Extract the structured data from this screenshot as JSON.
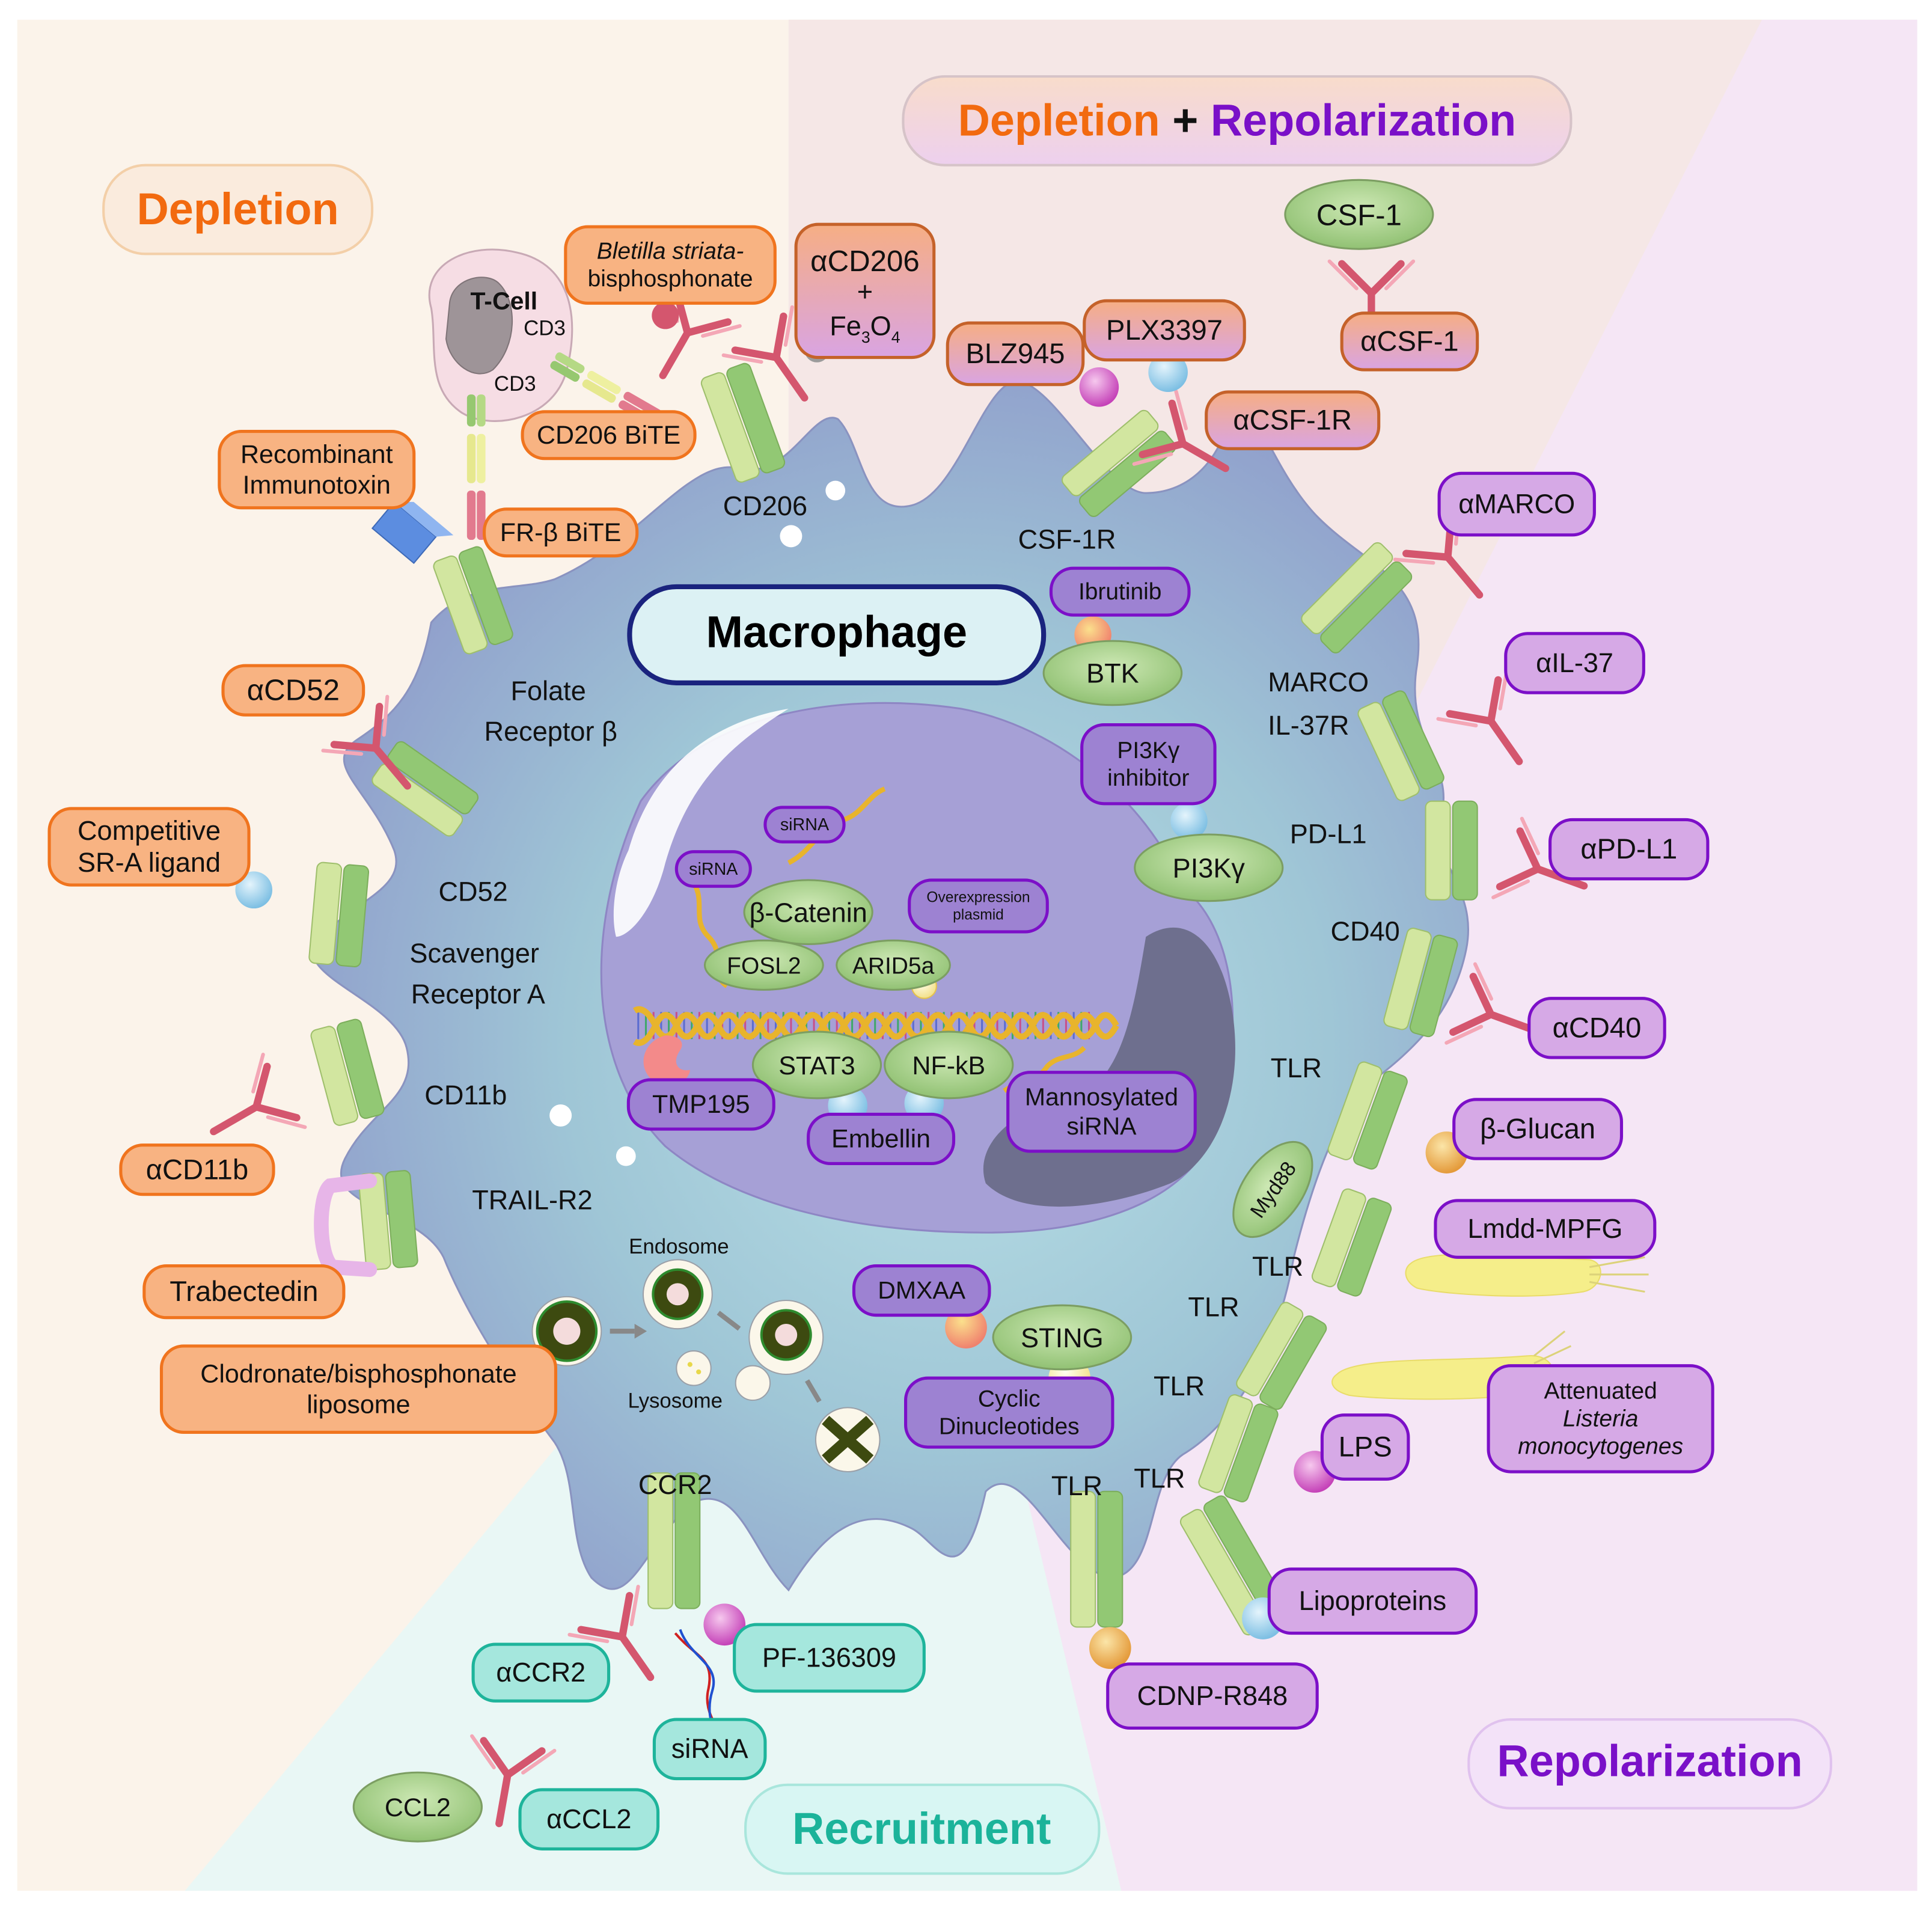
{
  "title": "Macrophage",
  "colors": {
    "depletion": "#F26A0F",
    "repolarization": "#7A10C8",
    "recruitment": "#1BB39A",
    "depletion_box_fill": "#F8B382",
    "depletion_box_stroke": "#F0741E",
    "repol_box_fill": "#D6A9E6",
    "repol_box_stroke": "#7C0FC8",
    "recruit_box_fill": "#A5E7DD",
    "recruit_box_stroke": "#1EB49B",
    "nucleus_box_fill": "#9D82D2",
    "receptor_light": "#D2E6A0",
    "receptor_dark": "#92C874",
    "antibody": "#D4566E",
    "ligand_green": "#9BCB80"
  },
  "regions": {
    "depletion": {
      "label": "Depletion"
    },
    "depletion_repolarization": {
      "part1": "Depletion",
      "plus": "+",
      "part2": "Repolarization"
    },
    "repolarization": {
      "label": "Repolarization"
    },
    "recruitment": {
      "label": "Recruitment"
    }
  },
  "tcell": {
    "label": "T-Cell",
    "cd3_top": "CD3",
    "cd3_bottom": "CD3"
  },
  "receptors": {
    "cd206": "CD206",
    "folate": [
      "Folate",
      "Receptor β"
    ],
    "cd52": "CD52",
    "scavenger": [
      "Scavenger",
      "Receptor A"
    ],
    "cd11b": "CD11b",
    "trail": "TRAIL-R2",
    "csf1r": "CSF-1R",
    "marco": "MARCO",
    "il37r": "IL-37R",
    "pdl1": "PD-L1",
    "cd40": "CD40",
    "tlr": "TLR",
    "ccr2": "CCR2"
  },
  "depletion_agents": {
    "bletilla": [
      "Bletilla striata-",
      "bisphosphonate"
    ],
    "acd206": [
      "αCD206",
      "+",
      "Fe",
      "3",
      "O",
      "4"
    ],
    "cd206_bite": "CD206 BiTE",
    "recombinant": [
      "Recombinant",
      "Immunotoxin"
    ],
    "frb_bite": "FR-β BiTE",
    "acd52": "αCD52",
    "srA_ligand": [
      "Competitive",
      "SR-A ligand"
    ],
    "acd11b": "αCD11b",
    "trabectedin": "Trabectedin",
    "liposome": [
      "Clodronate/bisphosphonate",
      "liposome"
    ]
  },
  "dep_repol_agents": {
    "csf1": "CSF-1",
    "acsf1": "αCSF-1",
    "blz945": "BLZ945",
    "plx3397": "PLX3397",
    "acsf1r": "αCSF-1R"
  },
  "repol_agents": {
    "amarco": "αMARCO",
    "ail37": "αIL-37",
    "apdl1": "αPD-L1",
    "acd40": "αCD40",
    "bglucan": "β-Glucan",
    "lmdd": "Lmdd-MPFG",
    "listeria": [
      "Attenuated",
      "Listeria",
      "monocytogenes"
    ],
    "lps": "LPS",
    "lipoproteins": "Lipoproteins",
    "cdnp": "CDNP-R848",
    "myd88": "Myd88"
  },
  "intracellular": {
    "ibrutinib": "Ibrutinib",
    "btk": "BTK",
    "pi3k_inhibitor": [
      "PI3Kγ",
      "inhibitor"
    ],
    "pi3k": "PI3Kγ",
    "sirna_a": "siRNA",
    "sirna_b": "siRNA",
    "bcatenin": "β-Catenin",
    "overexpression": [
      "Overexpression",
      "plasmid"
    ],
    "fosl2": "FOSL2",
    "arid5a": "ARID5a",
    "stat3": "STAT3",
    "nfkb": "NF-kB",
    "tmp195": "TMP195",
    "embellin": "Embellin",
    "mannosylated": [
      "Mannosylated",
      "siRNA"
    ],
    "dmxaa": "DMXAA",
    "sting": "STING",
    "cdn": [
      "Cyclic",
      "Dinucleotides"
    ],
    "endosome": "Endosome",
    "lysosome": "Lysosome"
  },
  "recruit_agents": {
    "accr2": "αCCR2",
    "pf": "PF-136309",
    "sirna": "siRNA",
    "ccl2": "CCL2",
    "accl2": "αCCL2"
  }
}
